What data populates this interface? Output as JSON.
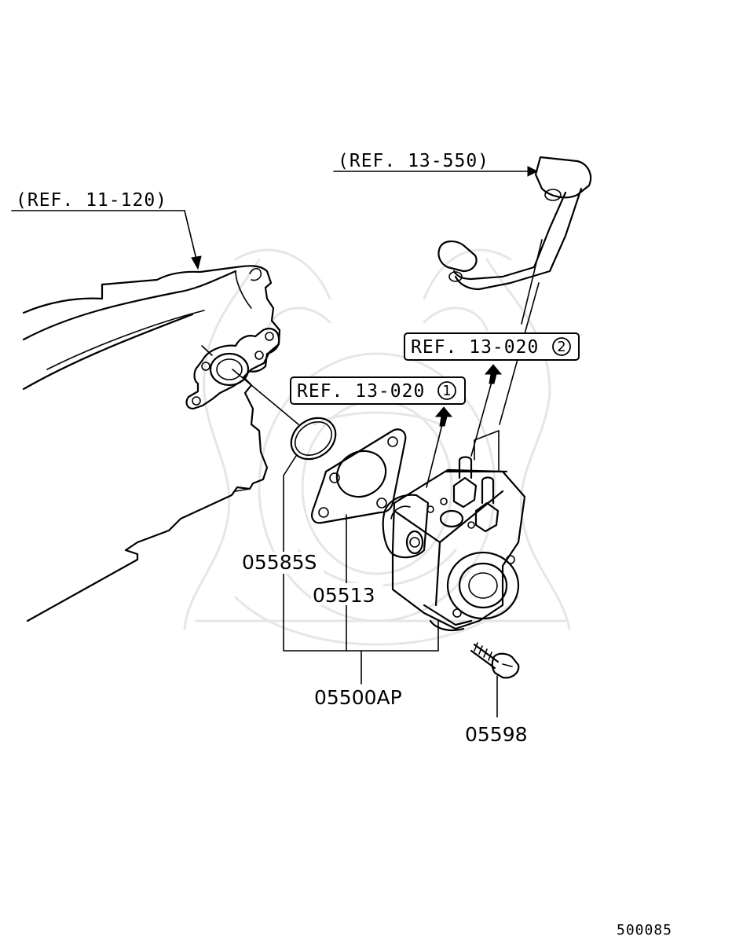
{
  "refs": {
    "ref_13_550": "(REF. 13-550)",
    "ref_11_120": "(REF. 11-120)",
    "ref_13_020_1": {
      "text": "REF. 13-020",
      "circle": "1"
    },
    "ref_13_020_2": {
      "text": "REF. 13-020",
      "circle": "2"
    }
  },
  "part_numbers": {
    "oring": "05585S",
    "gasket": "05513",
    "assembly": "05500AP",
    "bolt": "05598"
  },
  "diagram_code": "500085"
}
